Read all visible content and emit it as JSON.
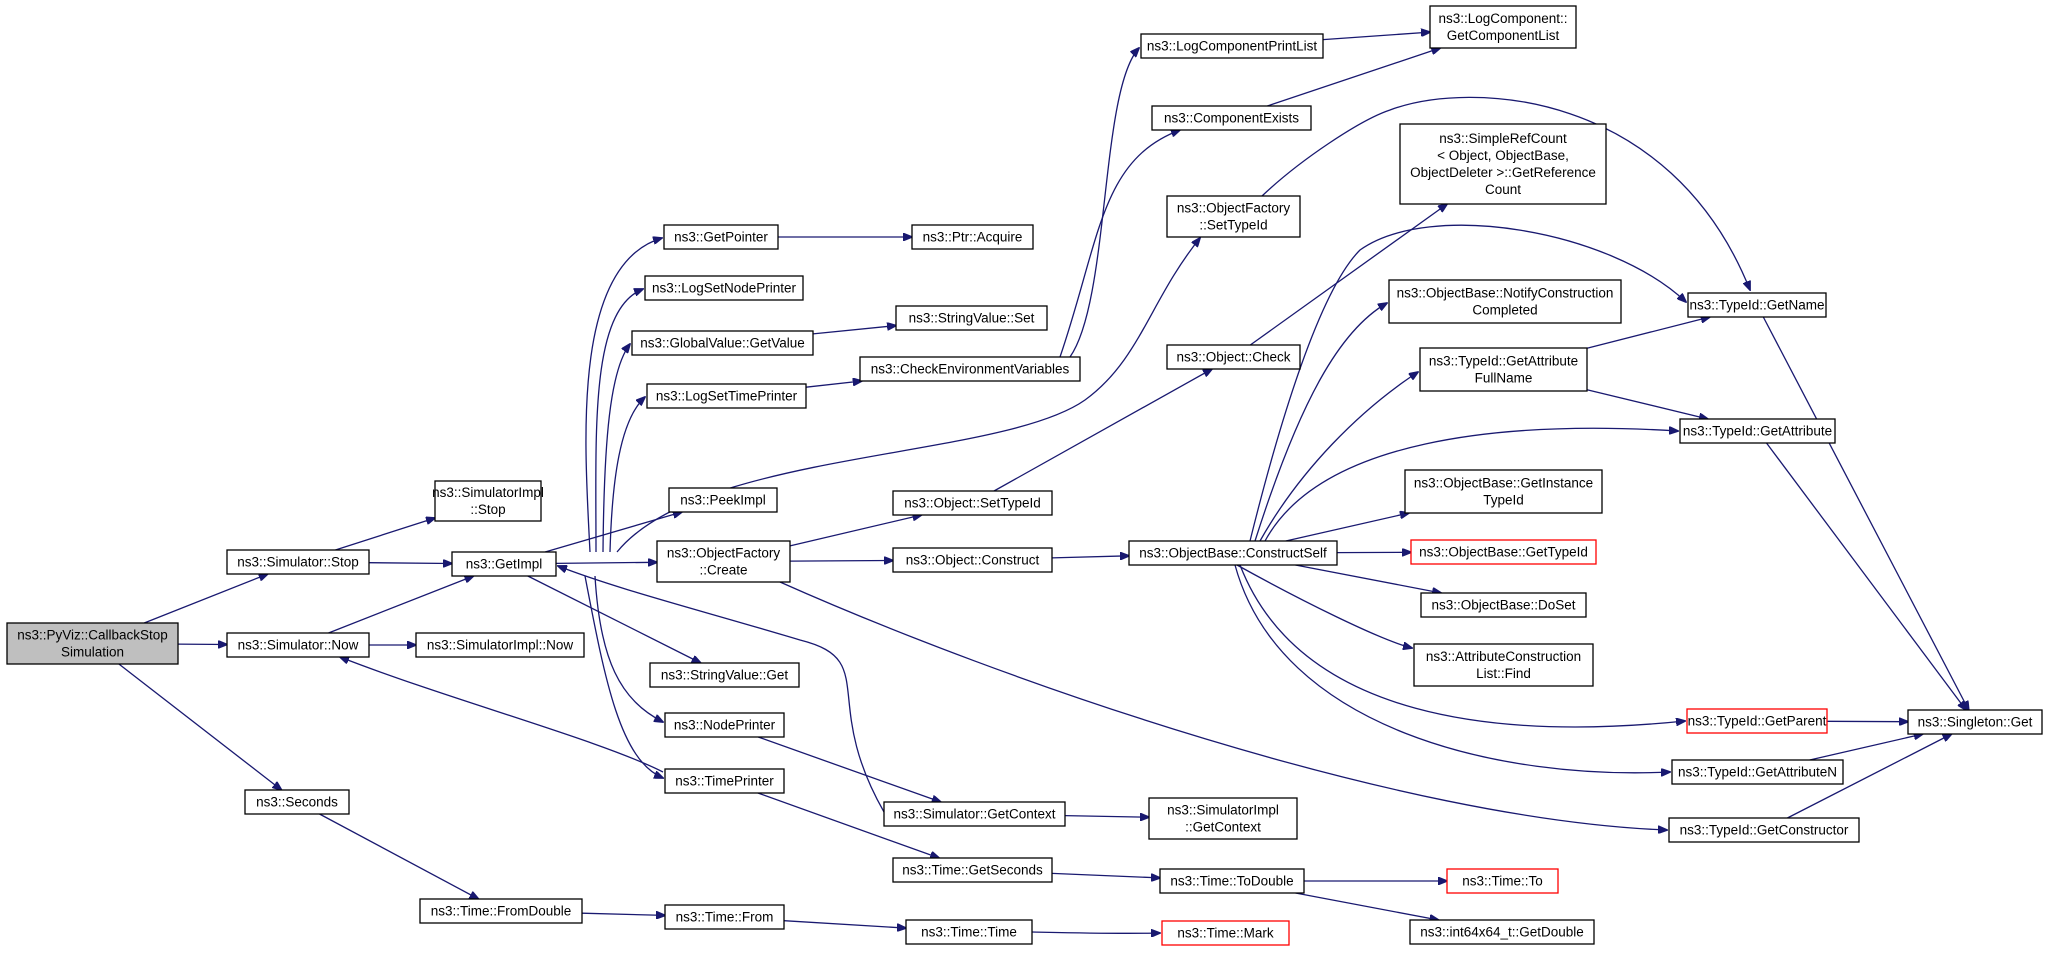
{
  "nodes": [
    {
      "id": "pyviz",
      "lines": [
        "ns3::PyViz::CallbackStop",
        "Simulation"
      ]
    },
    {
      "id": "simstop",
      "lines": [
        "ns3::Simulator::Stop"
      ]
    },
    {
      "id": "simnow",
      "lines": [
        "ns3::Simulator::Now"
      ]
    },
    {
      "id": "seconds",
      "lines": [
        "ns3::Seconds"
      ]
    },
    {
      "id": "simimplstop",
      "lines": [
        "ns3::SimulatorImpl",
        "::Stop"
      ]
    },
    {
      "id": "getimpl",
      "lines": [
        "ns3::GetImpl"
      ]
    },
    {
      "id": "simimplnow",
      "lines": [
        "ns3::SimulatorImpl::Now"
      ]
    },
    {
      "id": "fromdouble",
      "lines": [
        "ns3::Time::FromDouble"
      ]
    },
    {
      "id": "getpointer",
      "lines": [
        "ns3::GetPointer"
      ]
    },
    {
      "id": "logsetnodeprinter",
      "lines": [
        "ns3::LogSetNodePrinter"
      ]
    },
    {
      "id": "globalvalueget",
      "lines": [
        "ns3::GlobalValue::GetValue"
      ]
    },
    {
      "id": "logsettimeprinter",
      "lines": [
        "ns3::LogSetTimePrinter"
      ]
    },
    {
      "id": "peekimpl",
      "lines": [
        "ns3::PeekImpl"
      ]
    },
    {
      "id": "objfactcreate",
      "lines": [
        "ns3::ObjectFactory",
        "::Create"
      ]
    },
    {
      "id": "stringvalueget",
      "lines": [
        "ns3::StringValue::Get"
      ]
    },
    {
      "id": "nodeprinter",
      "lines": [
        "ns3::NodePrinter"
      ]
    },
    {
      "id": "timeprinter",
      "lines": [
        "ns3::TimePrinter"
      ]
    },
    {
      "id": "timefrom",
      "lines": [
        "ns3::Time::From"
      ]
    },
    {
      "id": "ptracquire",
      "lines": [
        "ns3::Ptr::Acquire"
      ]
    },
    {
      "id": "stringvalueset",
      "lines": [
        "ns3::StringValue::Set"
      ]
    },
    {
      "id": "checkenv",
      "lines": [
        "ns3::CheckEnvironmentVariables"
      ]
    },
    {
      "id": "objsettypeid",
      "lines": [
        "ns3::Object::SetTypeId"
      ]
    },
    {
      "id": "objconstruct",
      "lines": [
        "ns3::Object::Construct"
      ]
    },
    {
      "id": "simgetcontext",
      "lines": [
        "ns3::Simulator::GetContext"
      ]
    },
    {
      "id": "timegetseconds",
      "lines": [
        "ns3::Time::GetSeconds"
      ]
    },
    {
      "id": "timetime",
      "lines": [
        "ns3::Time::Time"
      ]
    },
    {
      "id": "logcompprintlist",
      "lines": [
        "ns3::LogComponentPrintList"
      ]
    },
    {
      "id": "compexists",
      "lines": [
        "ns3::ComponentExists"
      ]
    },
    {
      "id": "objfactsettypeid",
      "lines": [
        "ns3::ObjectFactory",
        "::SetTypeId"
      ]
    },
    {
      "id": "objcheck",
      "lines": [
        "ns3::Object::Check"
      ]
    },
    {
      "id": "constructself",
      "lines": [
        "ns3::ObjectBase::ConstructSelf"
      ]
    },
    {
      "id": "simimplgetcontext",
      "lines": [
        "ns3::SimulatorImpl",
        "::GetContext"
      ]
    },
    {
      "id": "timetodouble",
      "lines": [
        "ns3::Time::ToDouble"
      ]
    },
    {
      "id": "timemark",
      "lines": [
        "ns3::Time::Mark"
      ],
      "truncated": true
    },
    {
      "id": "logcompgetlist",
      "lines": [
        "ns3::LogComponent::",
        "GetComponentList"
      ]
    },
    {
      "id": "simplerefcount",
      "lines": [
        "ns3::SimpleRefCount",
        "< Object, ObjectBase,",
        "ObjectDeleter >::GetReference",
        "Count"
      ]
    },
    {
      "id": "notifyconstruct",
      "lines": [
        "ns3::ObjectBase::NotifyConstruction",
        "Completed"
      ]
    },
    {
      "id": "getattrfullname",
      "lines": [
        "ns3::TypeId::GetAttribute",
        "FullName"
      ]
    },
    {
      "id": "getinstancetypeid",
      "lines": [
        "ns3::ObjectBase::GetInstance",
        "TypeId"
      ]
    },
    {
      "id": "objbasegettypeid",
      "lines": [
        "ns3::ObjectBase::GetTypeId"
      ],
      "truncated": true
    },
    {
      "id": "objbasedoset",
      "lines": [
        "ns3::ObjectBase::DoSet"
      ]
    },
    {
      "id": "attrconstructfind",
      "lines": [
        "ns3::AttributeConstruction",
        "List::Find"
      ]
    },
    {
      "id": "timeto",
      "lines": [
        "ns3::Time::To"
      ],
      "truncated": true
    },
    {
      "id": "int64getdouble",
      "lines": [
        "ns3::int64x64_t::GetDouble"
      ]
    },
    {
      "id": "typeidgetname",
      "lines": [
        "ns3::TypeId::GetName"
      ]
    },
    {
      "id": "typeidgetattr",
      "lines": [
        "ns3::TypeId::GetAttribute"
      ]
    },
    {
      "id": "typeidgetparent",
      "lines": [
        "ns3::TypeId::GetParent"
      ],
      "truncated": true
    },
    {
      "id": "typeidgetattrn",
      "lines": [
        "ns3::TypeId::GetAttributeN"
      ]
    },
    {
      "id": "typeidgetconstructor",
      "lines": [
        "ns3::TypeId::GetConstructor"
      ]
    },
    {
      "id": "singletonget",
      "lines": [
        "ns3::Singleton::Get"
      ]
    }
  ],
  "edges": [
    [
      "pyviz",
      "simstop"
    ],
    [
      "pyviz",
      "simnow"
    ],
    [
      "pyviz",
      "seconds"
    ],
    [
      "simstop",
      "simimplstop"
    ],
    [
      "simstop",
      "getimpl"
    ],
    [
      "simnow",
      "getimpl"
    ],
    [
      "simnow",
      "simimplnow"
    ],
    [
      "seconds",
      "fromdouble"
    ],
    [
      "getimpl",
      "getpointer"
    ],
    [
      "getimpl",
      "logsetnodeprinter"
    ],
    [
      "getimpl",
      "globalvalueget"
    ],
    [
      "getimpl",
      "logsettimeprinter"
    ],
    [
      "getimpl",
      "peekimpl"
    ],
    [
      "getimpl",
      "objfactcreate"
    ],
    [
      "getimpl",
      "stringvalueget"
    ],
    [
      "getimpl",
      "nodeprinter"
    ],
    [
      "getimpl",
      "timeprinter"
    ],
    [
      "getimpl",
      "objfactsettypeid"
    ],
    [
      "fromdouble",
      "timefrom"
    ],
    [
      "getpointer",
      "ptracquire"
    ],
    [
      "globalvalueget",
      "stringvalueset"
    ],
    [
      "logsettimeprinter",
      "checkenv"
    ],
    [
      "objfactcreate",
      "objsettypeid"
    ],
    [
      "objfactcreate",
      "objconstruct"
    ],
    [
      "objfactcreate",
      "typeidgetconstructor"
    ],
    [
      "nodeprinter",
      "simgetcontext"
    ],
    [
      "timeprinter",
      "simnow"
    ],
    [
      "timeprinter",
      "timegetseconds"
    ],
    [
      "timefrom",
      "timetime"
    ],
    [
      "checkenv",
      "logcompprintlist"
    ],
    [
      "checkenv",
      "compexists"
    ],
    [
      "objsettypeid",
      "objcheck"
    ],
    [
      "objconstruct",
      "constructself"
    ],
    [
      "simgetcontext",
      "getimpl"
    ],
    [
      "simgetcontext",
      "simimplgetcontext"
    ],
    [
      "timegetseconds",
      "timetodouble"
    ],
    [
      "timetime",
      "timemark"
    ],
    [
      "logcompprintlist",
      "logcompgetlist"
    ],
    [
      "compexists",
      "logcompgetlist"
    ],
    [
      "objfactsettypeid",
      "typeidgetname"
    ],
    [
      "objcheck",
      "simplerefcount"
    ],
    [
      "constructself",
      "typeidgetname"
    ],
    [
      "constructself",
      "notifyconstruct"
    ],
    [
      "constructself",
      "getattrfullname"
    ],
    [
      "constructself",
      "typeidgetattr"
    ],
    [
      "constructself",
      "getinstancetypeid"
    ],
    [
      "constructself",
      "objbasegettypeid"
    ],
    [
      "constructself",
      "objbasedoset"
    ],
    [
      "constructself",
      "attrconstructfind"
    ],
    [
      "constructself",
      "typeidgetparent"
    ],
    [
      "constructself",
      "typeidgetattrn"
    ],
    [
      "timetodouble",
      "timeto"
    ],
    [
      "timetodouble",
      "int64getdouble"
    ],
    [
      "getattrfullname",
      "typeidgetname"
    ],
    [
      "getattrfullname",
      "typeidgetattr"
    ],
    [
      "typeidgetname",
      "singletonget"
    ],
    [
      "typeidgetattr",
      "singletonget"
    ],
    [
      "typeidgetparent",
      "singletonget"
    ],
    [
      "typeidgetattrn",
      "singletonget"
    ],
    [
      "typeidgetconstructor",
      "singletonget"
    ]
  ]
}
